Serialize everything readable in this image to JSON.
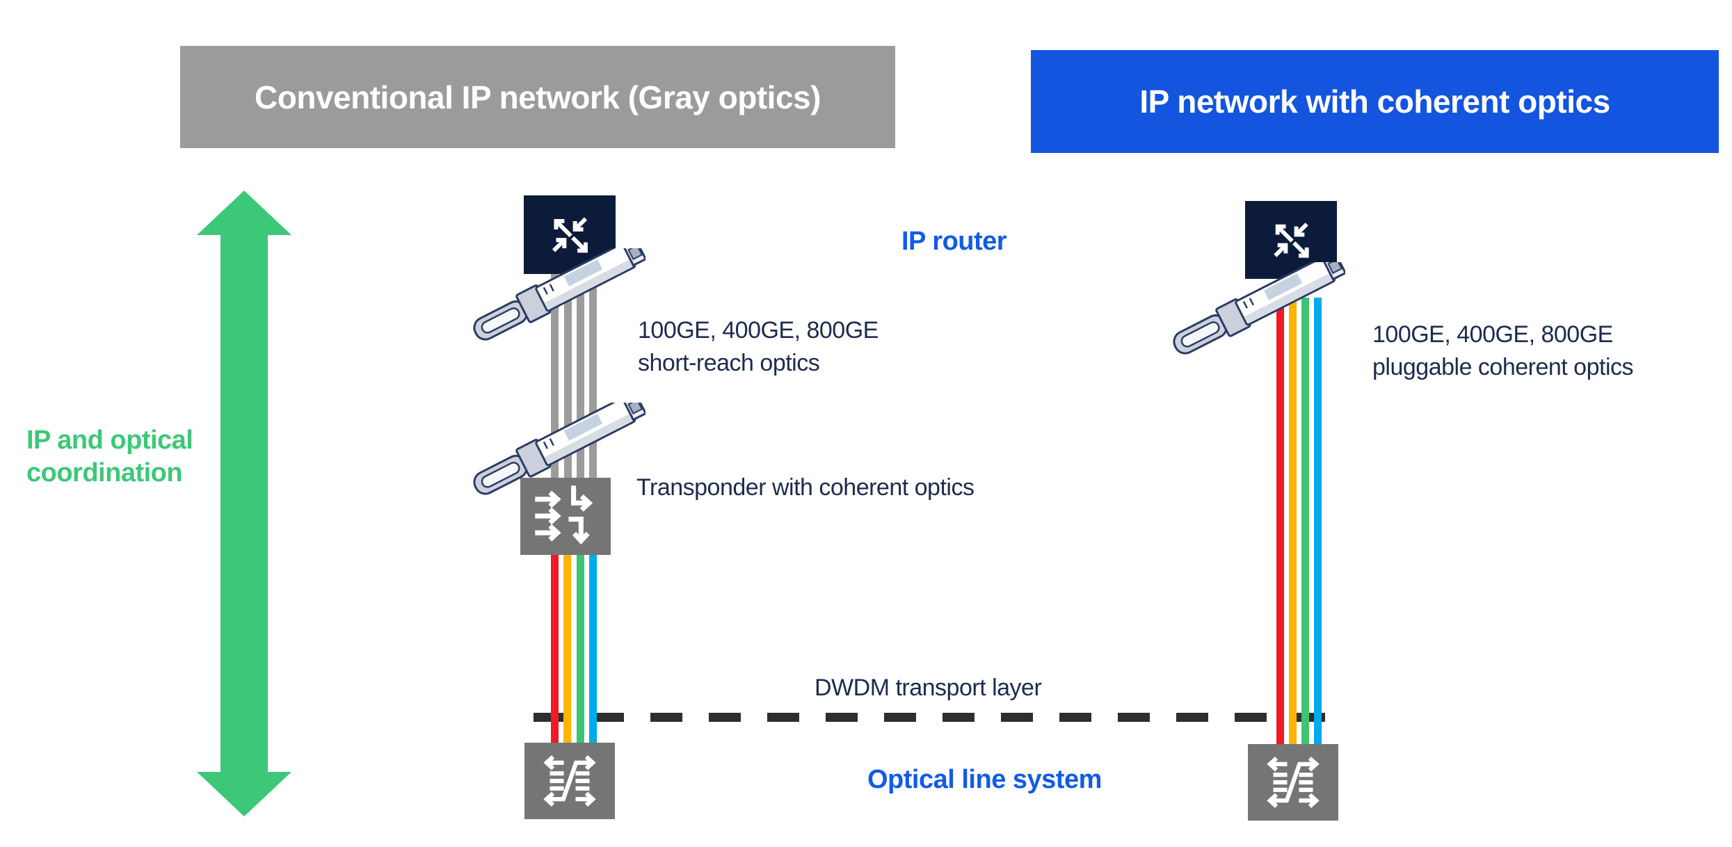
{
  "headers": {
    "conventional": "Conventional IP network (Gray optics)",
    "coherent": "IP network with coherent optics"
  },
  "labels": {
    "ip_router": "IP router",
    "short_reach_line1": "100GE, 400GE, 800GE",
    "short_reach_line2": "short-reach optics",
    "transponder": "Transponder with coherent optics",
    "dwdm": "DWDM transport layer",
    "optical_line_system": "Optical line system",
    "pluggable_line1": "100GE, 400GE, 800GE",
    "pluggable_line2": "pluggable coherent optics",
    "coordination_line1": "IP and optical",
    "coordination_line2": "coordination"
  },
  "colors": {
    "banner_gray": "#9B9B9B",
    "banner_blue": "#1455DF",
    "accent_blue": "#115BE8",
    "navy": "#0D1B3B",
    "text_navy": "#1C2B4F",
    "box_gray": "#757575",
    "stripe_gray": "#9C9C9C",
    "green": "#3CC878",
    "dash_dark": "#2E2E2E",
    "fiber_red": "#EF1A23",
    "fiber_amber": "#FFB405",
    "fiber_green": "#3CC472",
    "fiber_cyan": "#00ABEB",
    "navy_line": "#2A3C63"
  },
  "icons": {
    "router": "crossing-arrows-router-icon",
    "transceiver": "pluggable-optic-module-icon",
    "transponder": "transponder-arrows-icon",
    "optical_line_system": "mux-demux-icon",
    "coordination": "double-headed-vertical-arrow"
  }
}
